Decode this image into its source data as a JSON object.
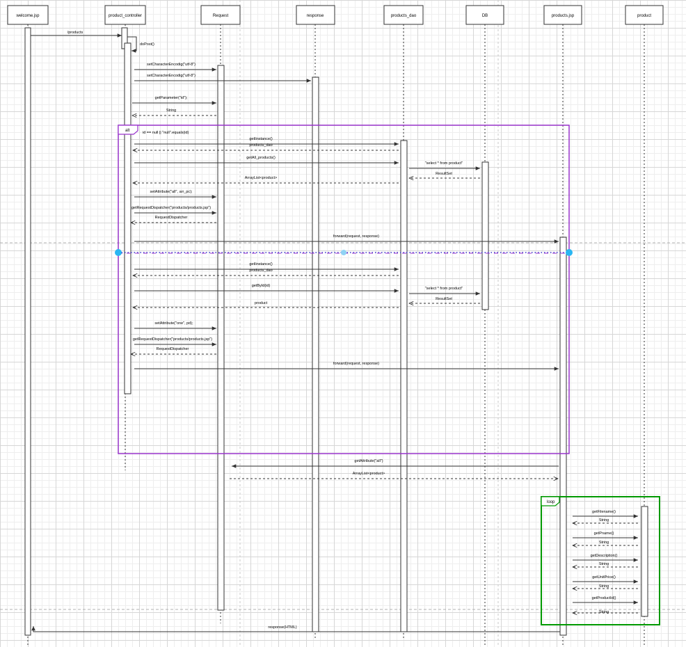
{
  "participants": [
    {
      "id": "welcome",
      "label": "welcome.jsp"
    },
    {
      "id": "controller",
      "label": "product_controller"
    },
    {
      "id": "request",
      "label": "Request"
    },
    {
      "id": "response",
      "label": "response"
    },
    {
      "id": "dao",
      "label": "products_dao"
    },
    {
      "id": "db",
      "label": "DB"
    },
    {
      "id": "productsjsp",
      "label": "products.jsp"
    },
    {
      "id": "product",
      "label": "product"
    }
  ],
  "fragments": [
    {
      "id": "alt",
      "label": "alt",
      "guard": "id == null || \"null\".equals(id)",
      "color": "#9933cc"
    },
    {
      "id": "loop",
      "label": "loop",
      "color": "#009900"
    }
  ],
  "messages": [
    {
      "id": "m1",
      "text": "/products",
      "dashed": false
    },
    {
      "id": "m2",
      "text": "doPost()",
      "dashed": false
    },
    {
      "id": "m3",
      "text": "setCharacterEncodig(\"utf-8\")",
      "dashed": false
    },
    {
      "id": "m4",
      "text": "setCharacterEncodig(\"utf-8\")",
      "dashed": false
    },
    {
      "id": "m5",
      "text": "getParameter(\"id\");",
      "dashed": false
    },
    {
      "id": "m6",
      "text": "String",
      "dashed": true
    },
    {
      "id": "m7",
      "text": "getIinstance()",
      "dashed": false
    },
    {
      "id": "m8",
      "text": "products_dao",
      "dashed": true
    },
    {
      "id": "m9",
      "text": "getAll_products()",
      "dashed": false
    },
    {
      "id": "m10",
      "text": "\"select * from product\"",
      "dashed": false
    },
    {
      "id": "m11",
      "text": "ResultSet",
      "dashed": true
    },
    {
      "id": "m12",
      "text": "ArrayList<product>",
      "dashed": true
    },
    {
      "id": "m13",
      "text": "setAttribute(\"all\", arr_pc);",
      "dashed": false
    },
    {
      "id": "m14",
      "text": "getRequestDispatcher(\"products/products.jsp\")",
      "dashed": false
    },
    {
      "id": "m15",
      "text": "RequestDispatcher",
      "dashed": true
    },
    {
      "id": "m16",
      "text": "forward(request, response)",
      "dashed": false
    },
    {
      "id": "m17",
      "text": "getIinstance()",
      "dashed": false
    },
    {
      "id": "m18",
      "text": "products_dao",
      "dashed": true
    },
    {
      "id": "m19",
      "text": "getById(id)",
      "dashed": false
    },
    {
      "id": "m20",
      "text": "\"select * from product\"",
      "dashed": false
    },
    {
      "id": "m21",
      "text": "ResultSet",
      "dashed": true
    },
    {
      "id": "m22",
      "text": "product",
      "dashed": true
    },
    {
      "id": "m23",
      "text": "setAttribute(\"one\", pd);",
      "dashed": false
    },
    {
      "id": "m24",
      "text": "getRequestDispatcher(\"products/products.jsp\")",
      "dashed": false
    },
    {
      "id": "m25",
      "text": "RequestDispatcher",
      "dashed": true
    },
    {
      "id": "m26",
      "text": "forward(request, response)",
      "dashed": false
    },
    {
      "id": "m27",
      "text": "getAttribute(\"all\")",
      "dashed": false
    },
    {
      "id": "m28",
      "text": "ArrayList<product>",
      "dashed": true
    },
    {
      "id": "m29",
      "text": "getFilename()",
      "dashed": false
    },
    {
      "id": "m30",
      "text": "String",
      "dashed": true
    },
    {
      "id": "m31",
      "text": "getPname()",
      "dashed": false
    },
    {
      "id": "m32",
      "text": "String",
      "dashed": true
    },
    {
      "id": "m33",
      "text": "getDescription()",
      "dashed": false
    },
    {
      "id": "m34",
      "text": "String",
      "dashed": true
    },
    {
      "id": "m35",
      "text": "getUnitPrice()",
      "dashed": false
    },
    {
      "id": "m36",
      "text": "String",
      "dashed": true
    },
    {
      "id": "m37",
      "text": "getProductId()",
      "dashed": false
    },
    {
      "id": "m38",
      "text": "String",
      "dashed": true
    },
    {
      "id": "m39",
      "text": "response(HTML)",
      "dashed": false
    }
  ],
  "colors": {
    "line": "#333333",
    "alt_frame": "#9933cc",
    "loop_frame": "#009900",
    "selection": "#3333cc",
    "handle": "#29b6f2",
    "handle_light": "#8fd3f4"
  }
}
